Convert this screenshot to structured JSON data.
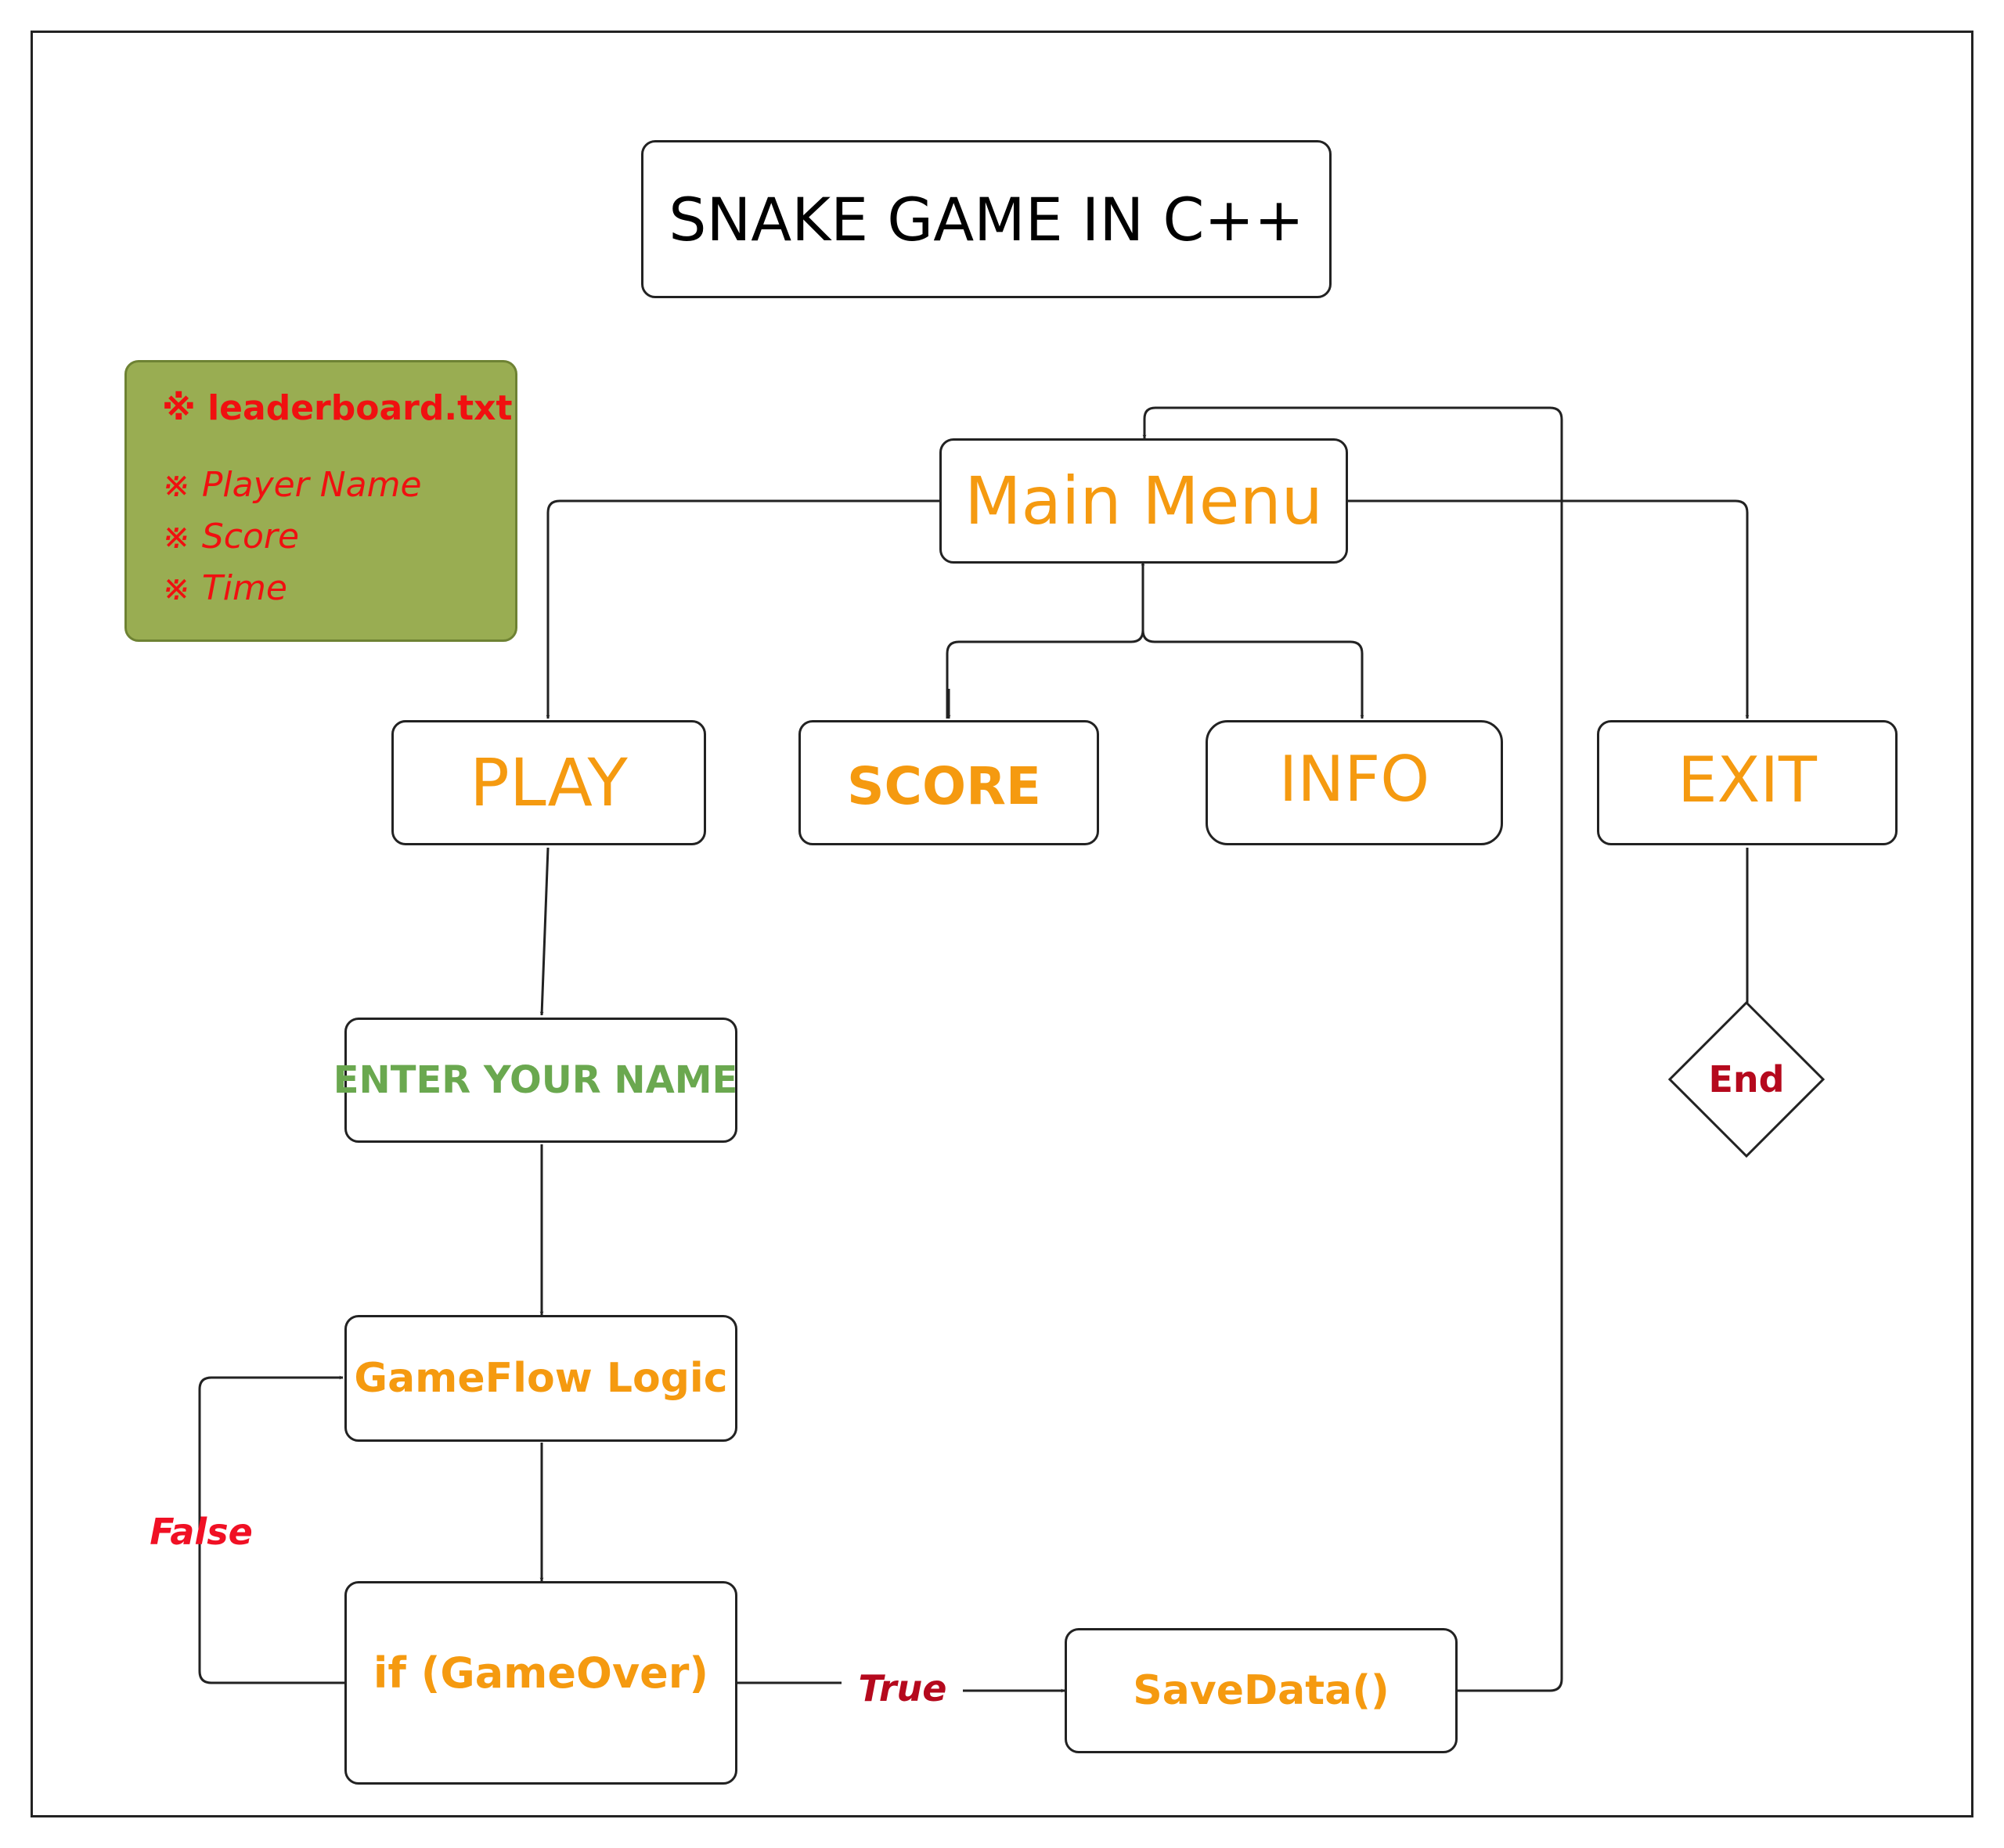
{
  "title": "SNAKE GAME IN C++",
  "note": {
    "header": "※ leaderboard.txt",
    "items": [
      "※ Player Name",
      "※ Score",
      "※ Time"
    ]
  },
  "nodes": {
    "main_menu": "Main Menu",
    "play": "PLAY",
    "score": "SCORE",
    "info": "INFO",
    "exit": "EXIT",
    "enter_name": "ENTER YOUR NAME",
    "gameflow": "GameFlow Logic",
    "gameover": "if (GameOver)",
    "savedata": "SaveData()",
    "end": "End"
  },
  "edge_labels": {
    "false": "False",
    "true": "True"
  },
  "colors": {
    "node_text": "#f59a10",
    "enter_name_text": "#6aa84f",
    "note_fill": "#99ad52",
    "note_text": "#f01010",
    "false_label": "#f01024",
    "true_label": "#b5091d",
    "end_text": "#b5091d"
  }
}
